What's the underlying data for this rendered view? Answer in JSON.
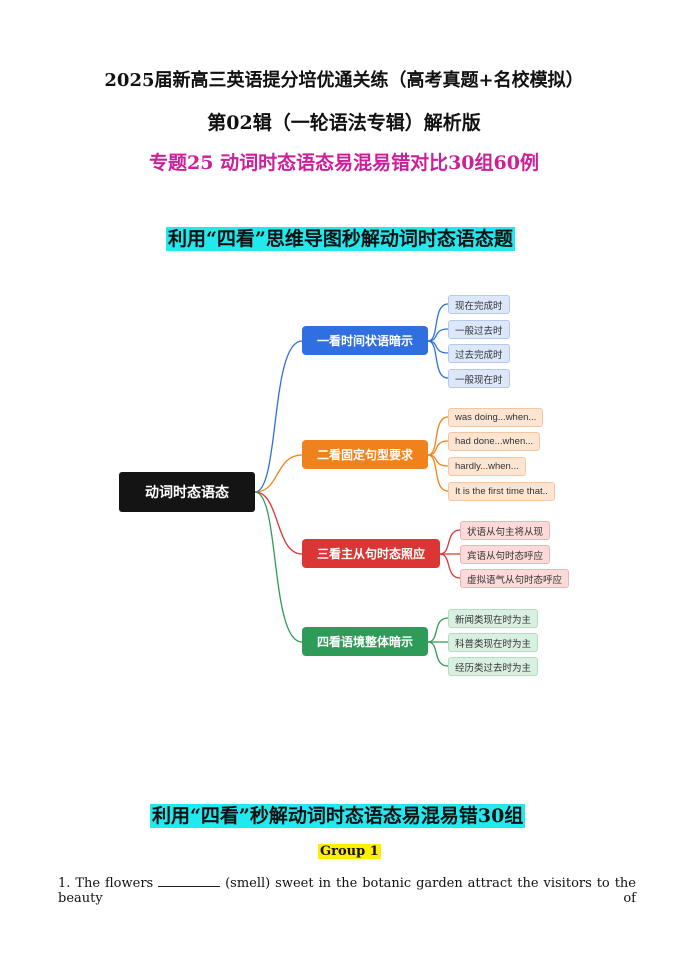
{
  "header": {
    "title_line1": "2025届新高三英语提分培优通关练（高考真题+名校模拟）",
    "title_line2": "第02辑（一轮语法专辑）解析版",
    "title_line3": "专题25  动词时态语态易混易错对比30组60例"
  },
  "section1_heading": "利用“四看”思维导图秒解动词时态语态题",
  "mindmap": {
    "root": "动词时态语态",
    "branches": [
      {
        "label": "一看时间状语暗示",
        "color": "#2f6fe0",
        "leaves": [
          "现在完成时",
          "一般过去时",
          "过去完成时",
          "一般现在时"
        ]
      },
      {
        "label": "二看固定句型要求",
        "color": "#f0821e",
        "leaves": [
          "was doing...when...",
          "had done...when...",
          "hardly...when...",
          "It is the first time that.."
        ]
      },
      {
        "label": "三看主从句时态照应",
        "color": "#db3535",
        "leaves": [
          "状语从句主将从现",
          "宾语从句时态呼应",
          "虚拟语气从句时态呼应"
        ]
      },
      {
        "label": "四看语境整体暗示",
        "color": "#2f9b58",
        "leaves": [
          "新闻类现在时为主",
          "科普类现在时为主",
          "经历类过去时为主"
        ]
      }
    ]
  },
  "section2_heading": "利用“四看”秒解动词时态语态易混易错30组",
  "group_label": "Group 1",
  "question1": {
    "prefix": "1. The flowers",
    "suffix": "(smell) sweet in the botanic garden attract the visitors to the beauty of"
  }
}
